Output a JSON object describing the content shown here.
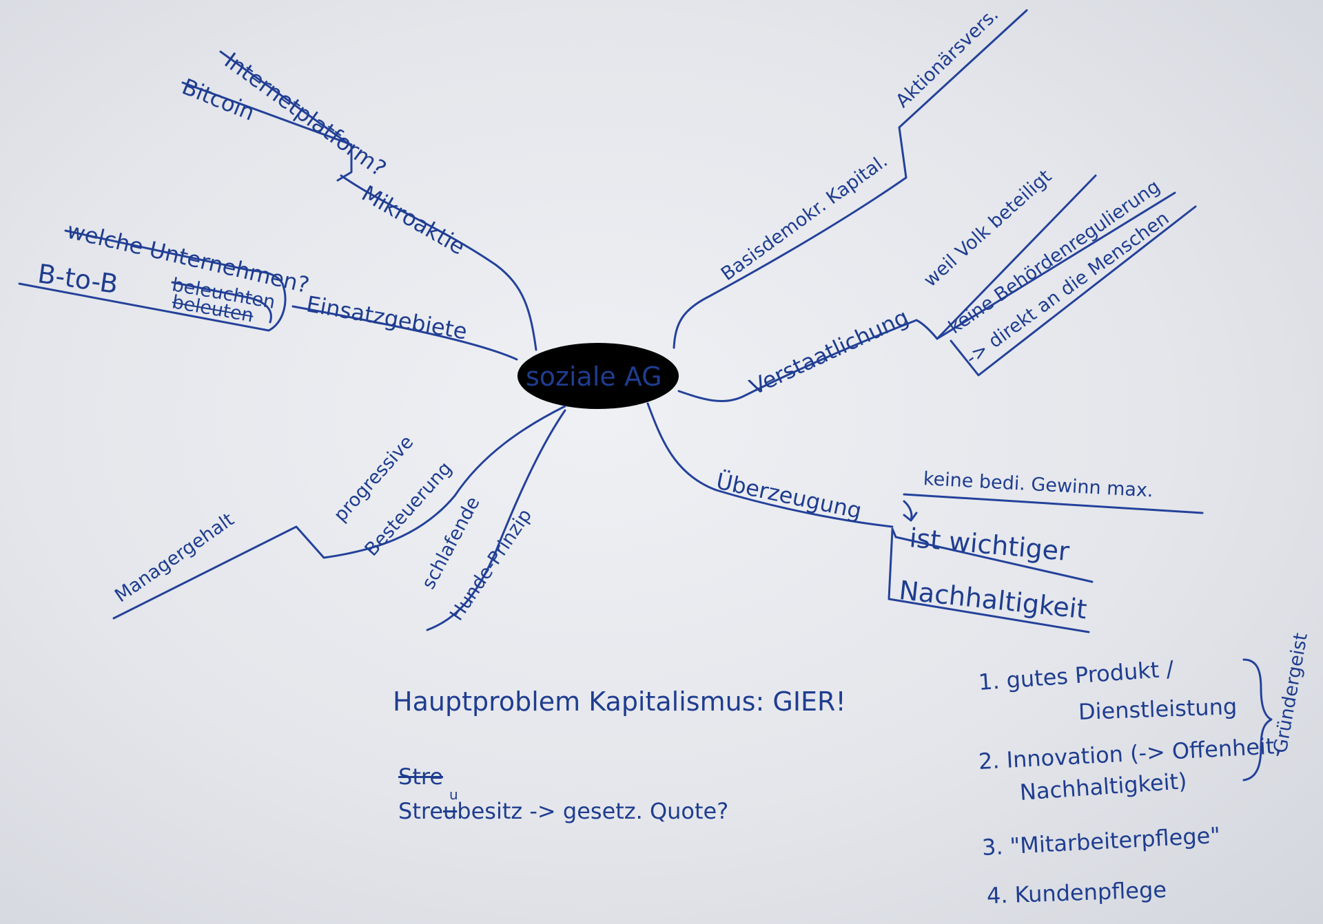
{
  "central": "soziale AG",
  "branches": {
    "mikroaktie": {
      "label": "Mikroaktie",
      "children": [
        "Internetplatform?",
        "Bitcoin"
      ]
    },
    "einsatzgebiete": {
      "label": "Einsatzgebiete",
      "children": [
        "welche Unternehmen?",
        "B-to-B",
        "beleuchten",
        "beleuten"
      ]
    },
    "basisdemokr": {
      "label": "Basisdemokr. Kapital.",
      "children": [
        "Aktionärsvers."
      ]
    },
    "verstaatlichung": {
      "label": "Verstaatlichung",
      "children": [
        "weil Volk beteiligt",
        "keine Behördenregulierung",
        "-> direkt an die Menschen"
      ]
    },
    "ueberzeugung": {
      "label": "Überzeugung",
      "children": [
        "keine bedi. Gewinn max.",
        "ist wichtiger",
        "Nachhaltigkeit"
      ]
    },
    "progressive": {
      "label_line1": "progressive",
      "label_line2": "Besteuerung",
      "children": [
        "Managergehalt"
      ]
    },
    "schlafende": {
      "label_line1": "schlafende",
      "label_line2": "Hunde-Prinzip"
    }
  },
  "notes": {
    "hauptproblem": "Hauptproblem Kapitalismus: GIER!",
    "strikethrough": "Stre",
    "streubesitz_prefix": "Stre",
    "streubesitz_struck": "u",
    "streubesitz_insert": "u",
    "streubesitz_rest": "besitz -> gesetz. Quote?"
  },
  "list": {
    "items": [
      {
        "line1": "1. gutes Produkt /",
        "line2": "Dienstleistung"
      },
      {
        "line1": "2. Innovation (-> Offenheit,",
        "line2": "Nachhaltigkeit)"
      },
      {
        "line1": "3. \"Mitarbeiterpflege\"",
        "line2": ""
      },
      {
        "line1": "4. Kundenpflege",
        "line2": ""
      }
    ],
    "bracket_label": "Gründergeist"
  },
  "colors": {
    "ink": "#1f3d8f",
    "paper": "#e4e6eb"
  }
}
